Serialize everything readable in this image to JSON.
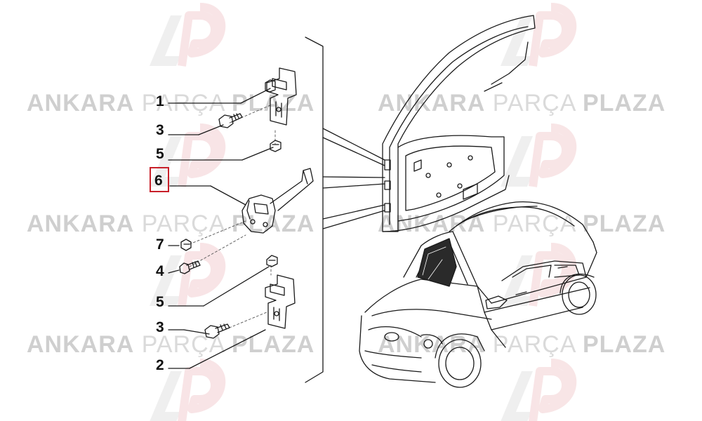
{
  "callouts": {
    "c1": "1",
    "c2": "2",
    "c3a": "3",
    "c3b": "3",
    "c4": "4",
    "c5a": "5",
    "c5b": "5",
    "c6": "6",
    "c7": "7"
  },
  "highlighted_callout": "6",
  "watermark": {
    "word1": "ANKARA",
    "word2": "PARÇA",
    "word3": "PLAZA",
    "logo_letters": "AP"
  },
  "colors": {
    "line": "#1a1a1a",
    "highlight": "#c8202a",
    "watermark": "#d9d9d9",
    "watermark_logo": "#f3cfd2"
  }
}
